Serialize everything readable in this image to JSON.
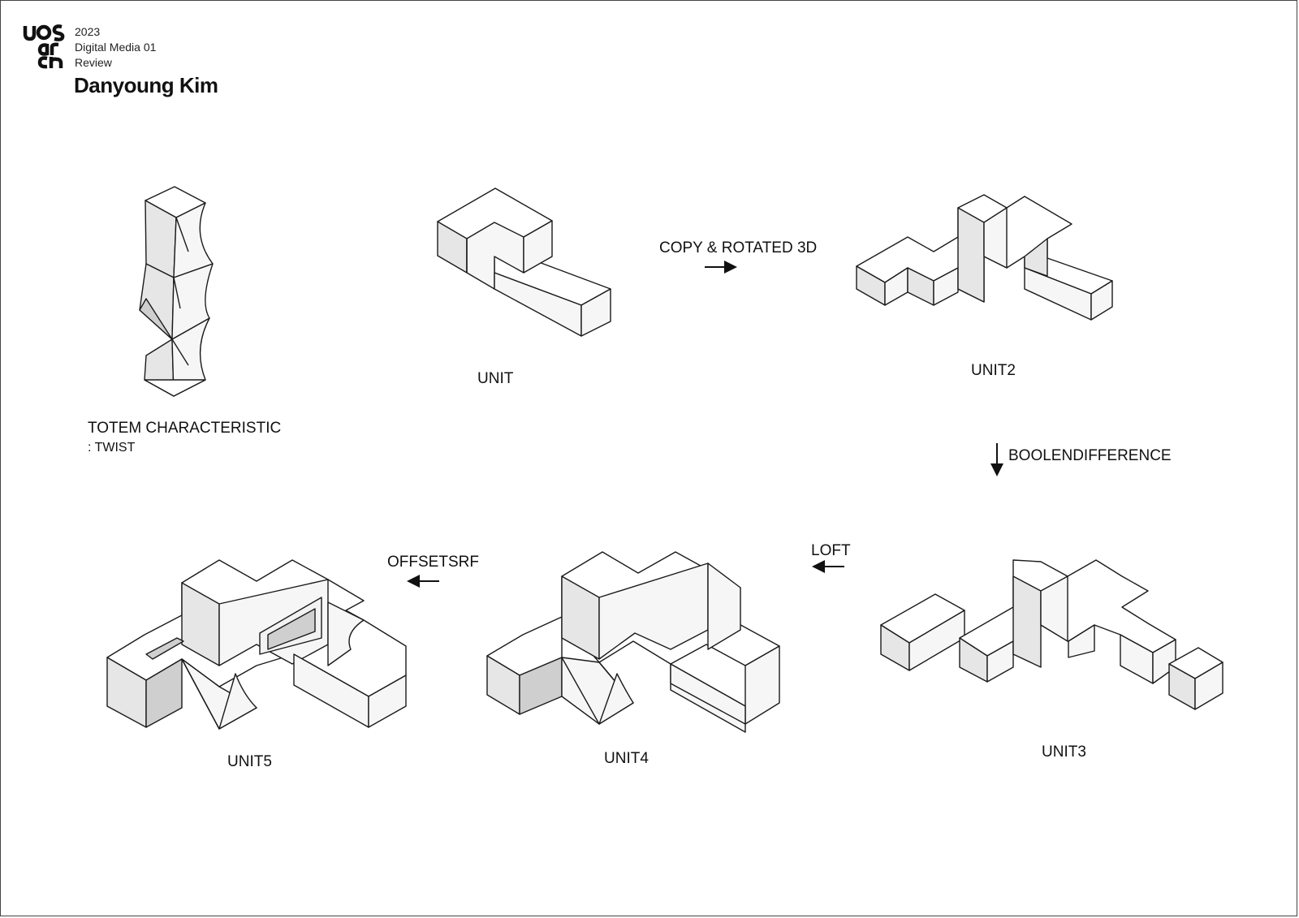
{
  "header": {
    "logo_text": "uos arch",
    "year": "2023",
    "course": "Digital Media 01",
    "review": "Review",
    "author": "Danyoung Kim"
  },
  "diagram": {
    "totem": {
      "title": "TOTEM CHARACTERISTIC",
      "subtitle": ": TWIST"
    },
    "units": {
      "unit1": "UNIT",
      "unit2": "UNIT2",
      "unit3": "UNIT3",
      "unit4": "UNIT4",
      "unit5": "UNIT5"
    },
    "operations": {
      "copy_rotate": "COPY & ROTATED 3D",
      "boolean_difference": "BOOLENDIFFERENCE",
      "loft": "LOFT",
      "offset": "OFFSETSRF"
    }
  },
  "colors": {
    "line": "#1a1a1a",
    "face_top": "#ffffff",
    "face_side": "#e6e6e6",
    "background": "#ffffff"
  },
  "icons": [
    "uos-arch-logo-icon",
    "arrow-right-icon",
    "arrow-down-icon",
    "arrow-left-icon"
  ]
}
